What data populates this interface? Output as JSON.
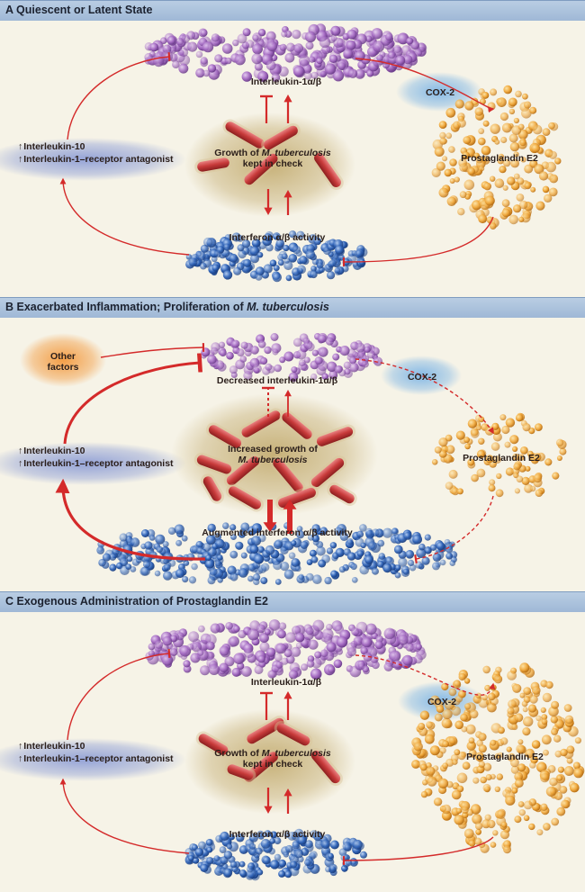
{
  "panels": [
    {
      "title": "A  Quiescent or Latent State",
      "il1_label": "Interleukin-1α/β",
      "growth_label_1": "Growth of ",
      "growth_label_italic": "M. tuberculosis",
      "growth_label_2": "kept in check",
      "ifn_label": "Interferon α/β activity",
      "cox2_label": "COX-2",
      "pge2_label": "Prostaglandin E2",
      "il10_label": "Interleukin-10",
      "il1ra_label": "Interleukin-1–receptor antagonist"
    },
    {
      "title_prefix": "B  Exacerbated Inflammation; Proliferation of ",
      "title_italic": "M. tuberculosis",
      "other_factors_label_1": "Other",
      "other_factors_label_2": "factors",
      "il1_label": "Decreased interleukin-1α/β",
      "growth_label_1": "Increased growth of",
      "growth_label_italic": "M. tuberculosis",
      "ifn_label": "Augmented interferon α/β activity",
      "cox2_label": "COX-2",
      "pge2_label": "Prostaglandin E2",
      "il10_label": "Interleukin-10",
      "il1ra_label": "Interleukin-1–receptor antagonist"
    },
    {
      "title": "C  Exogenous Administration of Prostaglandin E2",
      "il1_label": "Interleukin-1α/β",
      "growth_label_1": "Growth of ",
      "growth_label_italic": "M. tuberculosis",
      "growth_label_2": "kept in check",
      "ifn_label": "Interferon α/β activity",
      "cox2_label": "COX-2",
      "pge2_label": "Prostaglandin E2",
      "il10_label": "Interleukin-10",
      "il1ra_label": "Interleukin-1–receptor antagonist"
    }
  ],
  "up_arrow_glyph": "↑",
  "colors": {
    "header": "#a9c1dc",
    "background": "#f6f3e7",
    "arrow_red": "#d42a2a",
    "il1_cells": "#a46ac2",
    "ifn_cells": "#2f63b8",
    "pge2_cells": "#f0a83c",
    "cox2_glow": "#7fb6e6",
    "other_factors_glow": "#f39a3e",
    "bacteria": "#c73a3a"
  }
}
